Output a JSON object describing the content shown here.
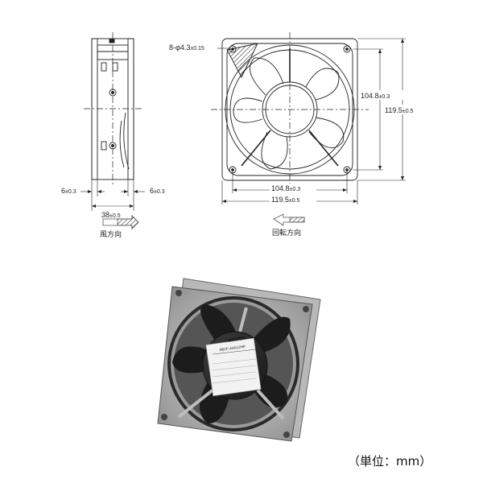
{
  "side_view": {
    "flange_left": {
      "value": "6",
      "tolerance": "±0.3"
    },
    "flange_right": {
      "value": "6",
      "tolerance": "±0.3"
    },
    "depth": {
      "value": "38",
      "tolerance": "±0.5"
    },
    "airflow_label": "風方向"
  },
  "front_view": {
    "holes": {
      "prefix": "8-φ4.3",
      "tolerance": "±0.15"
    },
    "pitch_vertical": {
      "value": "104.8",
      "tolerance": "±0.3"
    },
    "size_vertical": {
      "value": "119.5",
      "tolerance": "±0.5"
    },
    "pitch_horizontal": {
      "value": "104.8",
      "tolerance": "±0.3"
    },
    "size_horizontal": {
      "value": "119.5",
      "tolerance": "±0.5"
    },
    "rotation_label": "回転方向"
  },
  "photo": {
    "brand": "omron",
    "model": "R87F-A4A12HP"
  },
  "unit_note": "（単位：mm）"
}
